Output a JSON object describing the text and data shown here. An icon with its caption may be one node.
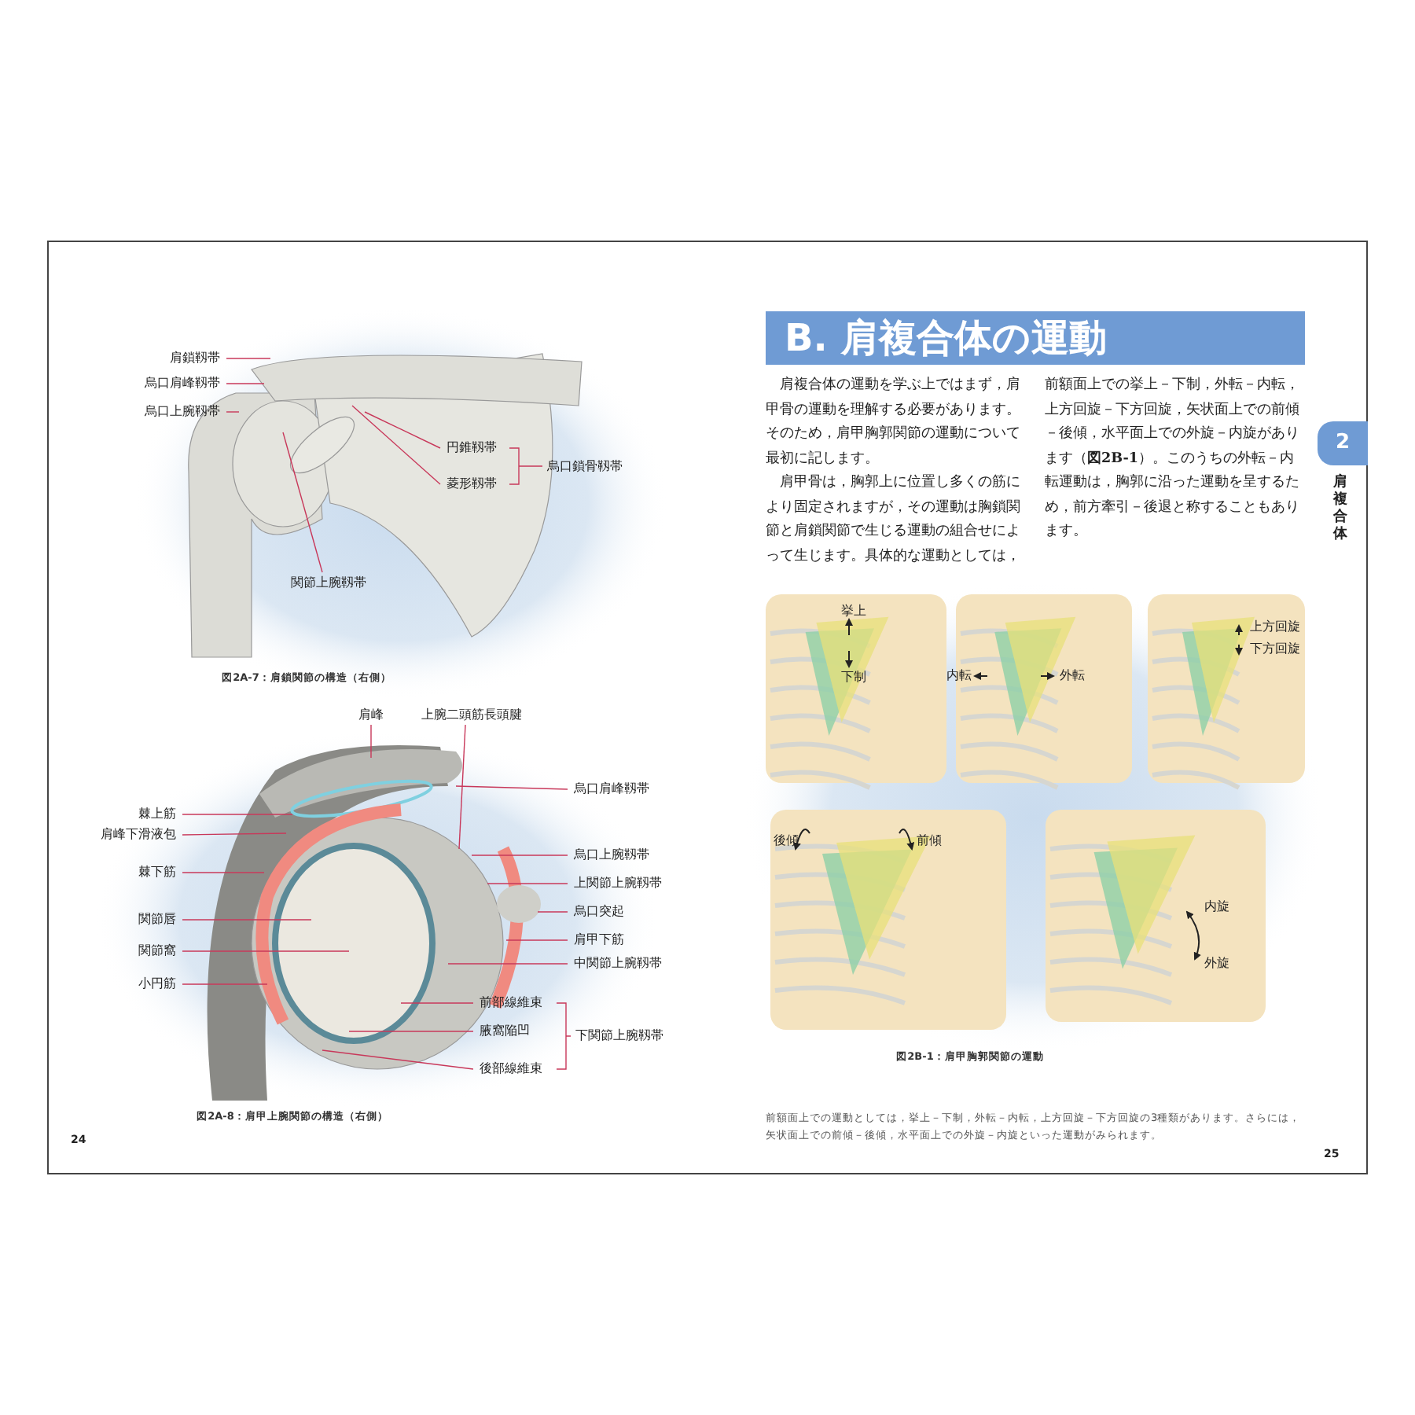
{
  "diagram": {
    "title": "B. 肩複合体の運動",
    "nodes": [
      {
        "text": [
          "肩鎖靱帯"
        ]
      },
      {
        "text": [
          "烏口肩峰靱帯"
        ]
      },
      {
        "text": [
          "烏口上腕靱帯"
        ]
      },
      {
        "text": [
          "円錐靱帯"
        ]
      },
      {
        "text": [
          "菱形靱帯"
        ]
      },
      {
        "text": [
          "関節上腕靱帯"
        ]
      },
      {
        "text": [
          "肩峰"
        ]
      },
      {
        "text": [
          "上腕二頭筋長頭腱"
        ]
      },
      {
        "text": [
          "烏口肩峰靱帯"
        ]
      },
      {
        "text": [
          "棘上筋"
        ]
      },
      {
        "text": [
          "肩峰下滑液包"
        ]
      },
      {
        "text": [
          "棘下筋"
        ]
      },
      {
        "text": [
          "烏口上腕靱帯"
        ]
      },
      {
        "text": [
          "上関節上腕靱帯"
        ]
      },
      {
        "text": [
          "烏口突起"
        ]
      },
      {
        "text": [
          "関節唇"
        ]
      },
      {
        "text": [
          "関節窩"
        ]
      },
      {
        "text": [
          "肩甲下筋"
        ]
      },
      {
        "text": [
          "中関節上腕靱帯"
        ]
      },
      {
        "text": [
          "小円筋"
        ]
      },
      {
        "text": [
          "前部線維束"
        ]
      },
      {
        "text": [
          "腋窩陥凹"
        ]
      },
      {
        "text": [
          "後部線維束"
        ]
      }
    ],
    "edges": [
      {
        "from": 0,
        "to": null,
        "arrow": "none"
      },
      {
        "from": 1,
        "to": null,
        "arrow": "none"
      },
      {
        "from": 2,
        "to": null,
        "arrow": "none"
      },
      {
        "from": 3,
        "to": null,
        "arrow": "none"
      },
      {
        "from": 4,
        "to": null,
        "arrow": "none"
      },
      {
        "from": 5,
        "to": null,
        "arrow": "none"
      },
      {
        "from": 6,
        "to": null,
        "arrow": "none"
      },
      {
        "from": 7,
        "to": null,
        "arrow": "none"
      },
      {
        "from": 8,
        "to": null,
        "arrow": "none"
      },
      {
        "from": 9,
        "to": null,
        "arrow": "none"
      },
      {
        "from": 10,
        "to": null,
        "arrow": "none"
      },
      {
        "from": 11,
        "to": null,
        "arrow": "none"
      },
      {
        "from": 12,
        "to": null,
        "arrow": "none"
      },
      {
        "from": 13,
        "to": null,
        "arrow": "none"
      },
      {
        "from": 14,
        "to": null,
        "arrow": "none"
      },
      {
        "from": 15,
        "to": null,
        "arrow": "none"
      },
      {
        "from": 16,
        "to": null,
        "arrow": "none"
      },
      {
        "from": 17,
        "to": null,
        "arrow": "none"
      },
      {
        "from": 18,
        "to": null,
        "arrow": "none"
      },
      {
        "from": 19,
        "to": null,
        "arrow": "none"
      },
      {
        "from": 20,
        "to": null,
        "arrow": "none"
      },
      {
        "from": 21,
        "to": null,
        "arrow": "none"
      },
      {
        "from": 22,
        "to": null,
        "arrow": "none"
      }
    ],
    "labels": [
      "烏口鎖骨靱帯",
      "図2A-7：肩鎖関節の構造（右側）",
      "下関節上腕靱帯",
      "図2A-8：肩甲上腕関節の構造（右側）",
      "24",
      "肩複合体の運動を学ぶ上ではまず，肩甲骨の運動を理解する必要があります。そのため，肩甲胸郭関節の運動について最初に記します。",
      "肩甲骨は，胸郭上に位置し多くの筋により固定されますが，その運動は胸鎖関節と肩鎖関節で生じる運動の組合せによって生じます。具体的な運動としては，前額面上での挙上－下制，外転－内転，上方回旋－下方回旋，矢状面上での前傾－後傾，水平面上での外旋－内旋があります（**図2B-1**）。このうちの外転－内転運動は，胸郭に沿った運動を呈するため，前方牽引－後退と称することもあります。",
      "2",
      "肩複合体",
      "挙上",
      "下制",
      "内転",
      "外転",
      "上方回旋",
      "下方回旋",
      "後傾",
      "前傾",
      "内旋",
      "外旋",
      "図2B-1：肩甲胸郭関節の運動",
      "前額面上での運動としては，挙上－下制，外転－内転，上方回旋－下方回旋の3種類があります。さらには，矢状面上での前傾－後傾，水平面上での外旋－内旋といった運動がみられます。",
      "25"
    ]
  }
}
